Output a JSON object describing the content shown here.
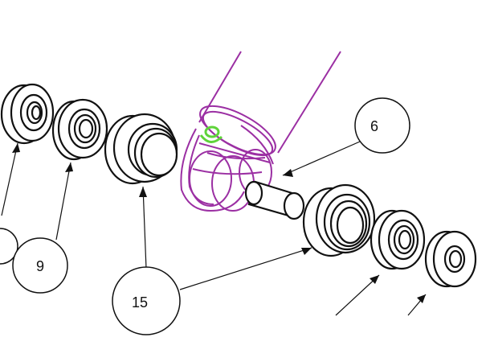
{
  "callouts": [
    {
      "id": "partial",
      "label": ""
    },
    {
      "id": "9",
      "label": "9"
    },
    {
      "id": "15",
      "label": "15"
    },
    {
      "id": "6",
      "label": "6"
    }
  ],
  "colors": {
    "line": "#111111",
    "housing": "#9b2fa3",
    "highlight": "#5fd33a",
    "background": "#ffffff"
  }
}
